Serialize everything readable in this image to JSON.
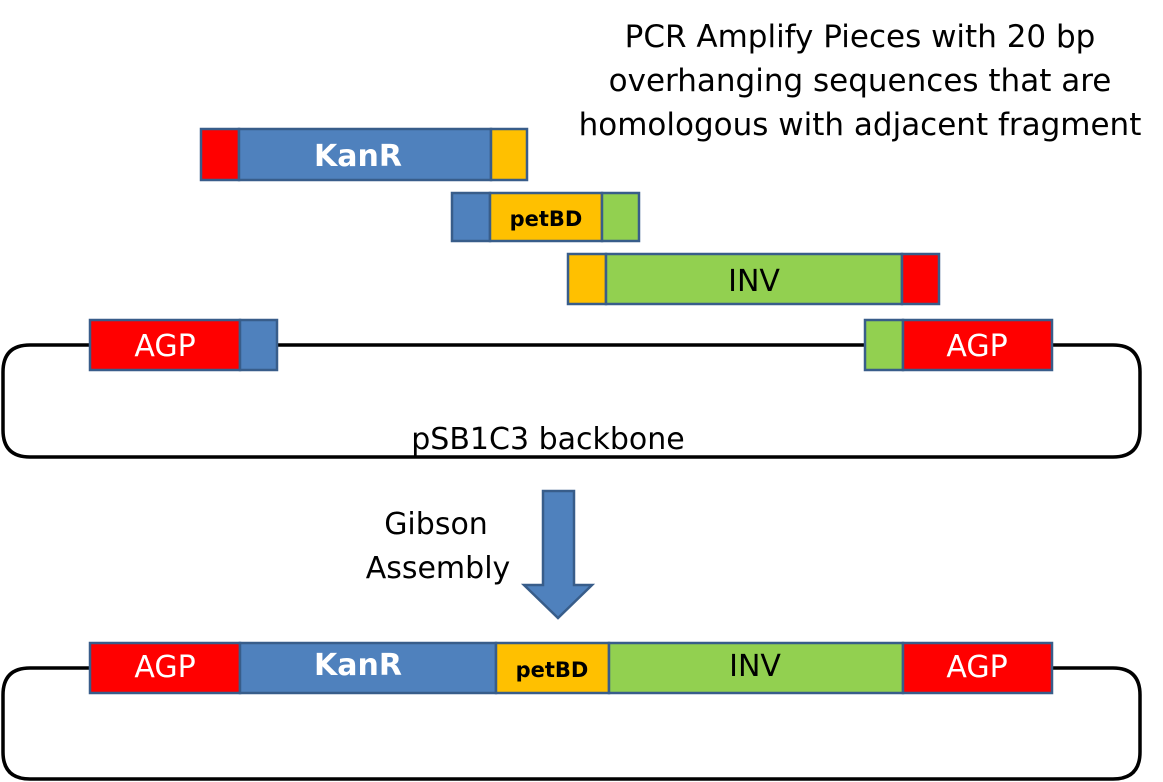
{
  "heading": {
    "lines": [
      "PCR Amplify Pieces with 20 bp",
      "overhanging sequences that are",
      "homologous with adjacent fragment"
    ]
  },
  "fragments": {
    "kanr": {
      "label": "KanR"
    },
    "petbd": {
      "label": "petBD"
    },
    "inv": {
      "label": "INV"
    }
  },
  "backbone": {
    "left_label": "AGP",
    "right_label": "AGP",
    "name": "pSB1C3 backbone"
  },
  "step": {
    "lines": [
      "Gibson",
      "Assembly"
    ]
  },
  "assembled": {
    "labels": [
      "AGP",
      "KanR",
      "petBD",
      "INV",
      "AGP"
    ]
  },
  "colors": {
    "red": "#ff0000",
    "blue": "#4f81bd",
    "orange": "#ffc000",
    "green": "#92d050",
    "outline": "#385d8a",
    "arrow_fill": "#4f81bd",
    "arrow_stroke": "#385d8a",
    "line": "#000000"
  }
}
